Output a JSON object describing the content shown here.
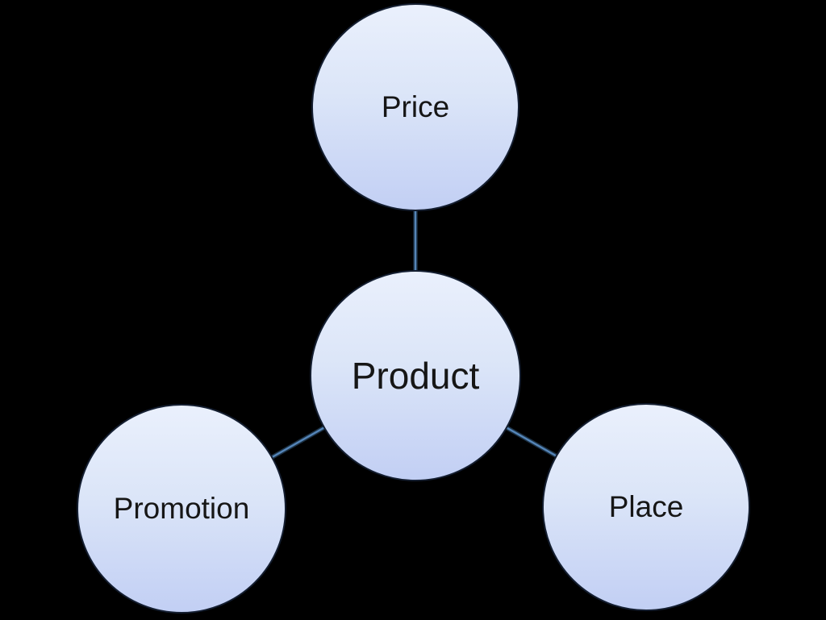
{
  "diagram": {
    "title": "Marketing mix 4 Ps radial diagram",
    "background_color": "#000000",
    "node_fill_top_color": "#eaf0fc",
    "node_fill_bottom_color": "#c2cff4",
    "node_border_color": "#141e30",
    "connector_core_color": "#5585b8",
    "connector_outline_color": "#1c3144",
    "text_color": "#161616",
    "nodes": [
      {
        "id": "product",
        "label": "Product",
        "role": "center"
      },
      {
        "id": "price",
        "label": "Price",
        "role": "satellite-top"
      },
      {
        "id": "promotion",
        "label": "Promotion",
        "role": "satellite-bottom-left"
      },
      {
        "id": "place",
        "label": "Place",
        "role": "satellite-bottom-right"
      }
    ],
    "connections": [
      {
        "from": "product",
        "to": "price"
      },
      {
        "from": "product",
        "to": "promotion"
      },
      {
        "from": "product",
        "to": "place"
      }
    ]
  }
}
